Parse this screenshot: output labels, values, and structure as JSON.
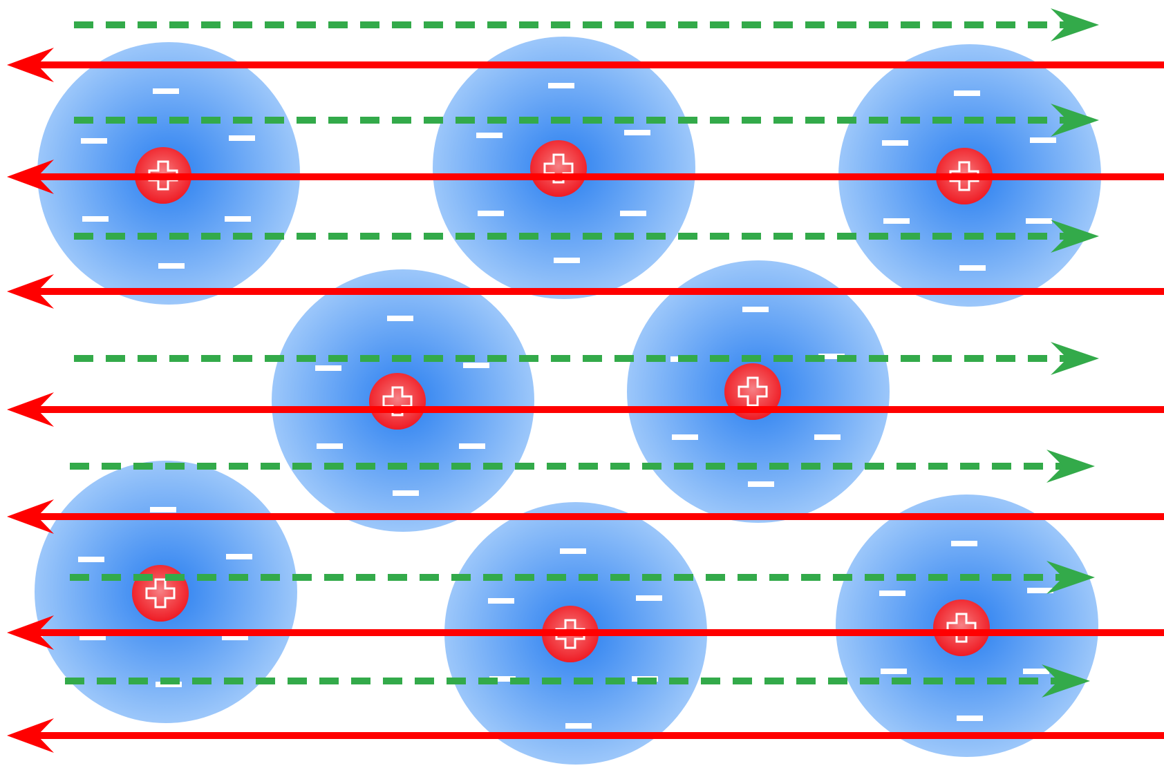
{
  "colors": {
    "background": "#ffffff",
    "atom_center": "#2a7ff0",
    "atom_edge": "#9cc7fa",
    "nucleus_center": "#ffffff",
    "nucleus_edge": "#ee1c25",
    "electron_mark": "#ffffff",
    "field_arrow": "#33aa4a",
    "current_arrow": "#ff0000"
  },
  "atoms": [
    {
      "name": "atom-row1-col1",
      "electron_count": 6
    },
    {
      "name": "atom-row1-col2",
      "electron_count": 6
    },
    {
      "name": "atom-row1-col3",
      "electron_count": 6
    },
    {
      "name": "atom-row2-col1",
      "electron_count": 6
    },
    {
      "name": "atom-row2-col2",
      "electron_count": 6
    },
    {
      "name": "atom-row3-col1",
      "electron_count": 6
    },
    {
      "name": "atom-row3-col2",
      "electron_count": 6
    },
    {
      "name": "atom-row3-col3",
      "electron_count": 6
    }
  ],
  "nucleus_symbol": "plus-sign",
  "electron_symbol": "minus-sign",
  "green_arrows": {
    "count": 7,
    "style": "dashed",
    "direction": "right"
  },
  "red_arrows": {
    "count": 7,
    "style": "solid",
    "direction": "left"
  }
}
